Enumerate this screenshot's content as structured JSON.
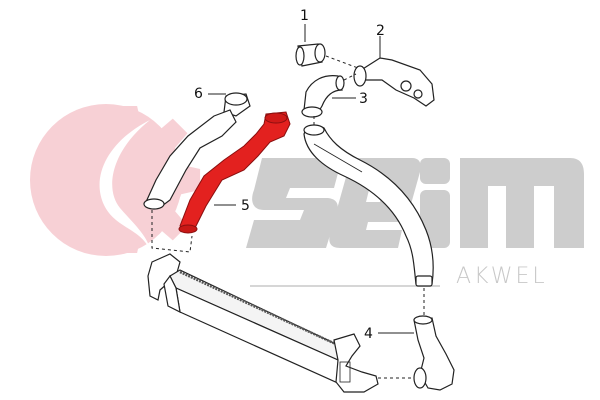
{
  "diagram": {
    "type": "exploded parts diagram",
    "subject": "intercooler charge-air hose assembly",
    "callouts": [
      {
        "id": "1",
        "label": "1",
        "part": "coupling sleeve"
      },
      {
        "id": "2",
        "label": "2",
        "part": "air intake elbow with sensor"
      },
      {
        "id": "3",
        "label": "3",
        "part": "short elbow hose"
      },
      {
        "id": "4",
        "label": "4",
        "part": "lower outlet hose"
      },
      {
        "id": "5",
        "label": "5",
        "part": "charge air hose (highlighted)"
      },
      {
        "id": "6",
        "label": "6",
        "part": "upper inlet hose with clamp"
      }
    ],
    "highlighted_part": "5",
    "highlight_color": "#e0201e"
  },
  "watermark": {
    "brand": "seim",
    "sub_brand": "AKWEL",
    "gear_color": "#f5c6cc",
    "text_color": "#c9c9c9"
  }
}
